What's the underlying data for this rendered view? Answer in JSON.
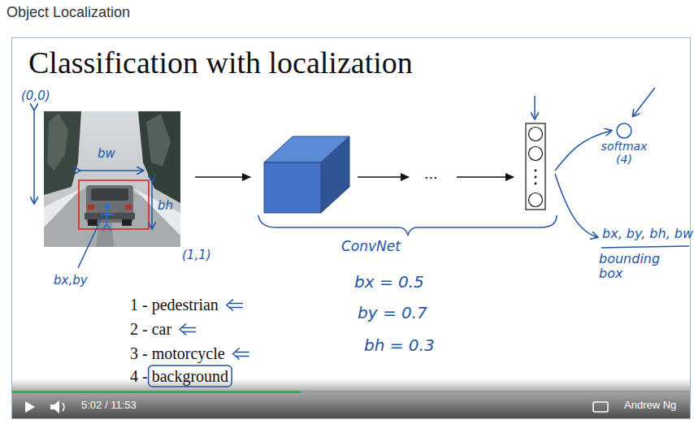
{
  "diagram": {
    "title": "Classification with localization",
    "nodes": [
      {
        "text": [
          "softmax (4)"
        ]
      }
    ],
    "labels": [
      "Object Localization",
      "(0,0)",
      "bw",
      "bh",
      "bx,by",
      "(1,1)",
      "...",
      "ConvNet",
      "bx, by, bh, bw",
      "bounding box",
      "1 - pedestrian",
      "2 - car",
      "3 - motorcycle",
      "4 - background",
      "bx = 0.5",
      "by = 0.7",
      "bh = 0.3",
      "5:02 / 11:53",
      "Andrew Ng"
    ]
  }
}
